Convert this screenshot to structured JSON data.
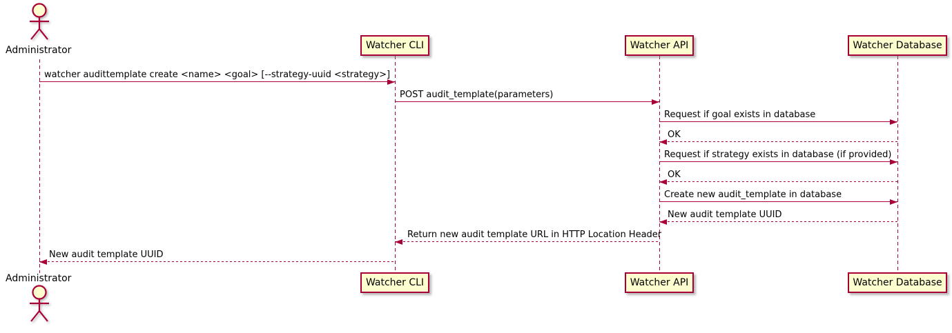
{
  "diagram": {
    "type": "sequence-diagram",
    "actor": {
      "name": "Administrator"
    },
    "participants": [
      {
        "name": "Watcher CLI"
      },
      {
        "name": "Watcher API"
      },
      {
        "name": "Watcher Database"
      }
    ],
    "messages": [
      {
        "from": "Administrator",
        "to": "Watcher CLI",
        "line": "solid",
        "text": "watcher audittemplate create <name> <goal> [--strategy-uuid <strategy>]"
      },
      {
        "from": "Watcher CLI",
        "to": "Watcher API",
        "line": "solid",
        "text": "POST audit_template(parameters)"
      },
      {
        "from": "Watcher API",
        "to": "Watcher Database",
        "line": "solid",
        "text": "Request if goal exists in database"
      },
      {
        "from": "Watcher Database",
        "to": "Watcher API",
        "line": "dotted",
        "text": "OK"
      },
      {
        "from": "Watcher API",
        "to": "Watcher Database",
        "line": "solid",
        "text": "Request if strategy exists in database (if provided)"
      },
      {
        "from": "Watcher Database",
        "to": "Watcher API",
        "line": "dotted",
        "text": "OK"
      },
      {
        "from": "Watcher API",
        "to": "Watcher Database",
        "line": "solid",
        "text": "Create new audit_template in database"
      },
      {
        "from": "Watcher Database",
        "to": "Watcher API",
        "line": "dotted",
        "text": "New audit template UUID"
      },
      {
        "from": "Watcher API",
        "to": "Watcher CLI",
        "line": "dotted",
        "text": "Return new audit template URL in HTTP Location Header"
      },
      {
        "from": "Watcher CLI",
        "to": "Administrator",
        "line": "dotted",
        "text": "New audit template UUID"
      }
    ],
    "colors": {
      "participant_fill": "#FEFECE",
      "participant_border": "#A80036",
      "arrow_line": "#A80036",
      "text": "#000000",
      "background": "#FFFFFF"
    }
  }
}
